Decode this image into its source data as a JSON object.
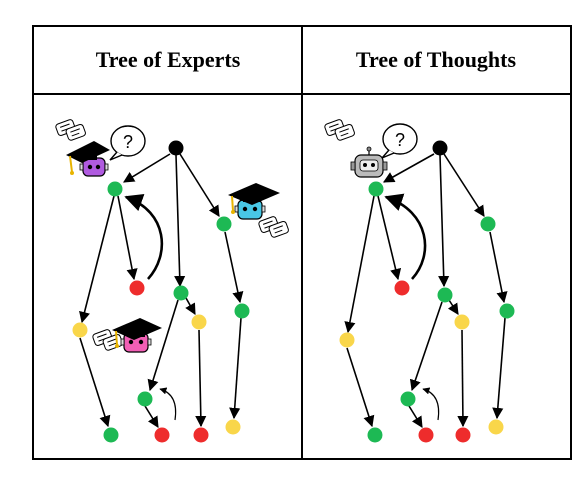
{
  "panels": [
    {
      "id": "experts",
      "title": "Tree of Experts",
      "agent_style": "colored-robots-with-graduation-caps"
    },
    {
      "id": "thoughts",
      "title": "Tree of Thoughts",
      "agent_style": "single-gray-robot"
    }
  ],
  "colors": {
    "root": "#000000",
    "good": "#1DB954",
    "partial": "#F9D64A",
    "bad": "#EE2C2C",
    "robot_purple": "#B05BE0",
    "robot_cyan": "#49C8E6",
    "robot_pink": "#F25FB5",
    "robot_gray": "#BBBBBB"
  },
  "icons": [
    "graduation-cap-icon",
    "robot-icon",
    "question-bubble-icon",
    "chat-bubbles-icon",
    "backtrack-arrow-icon"
  ]
}
